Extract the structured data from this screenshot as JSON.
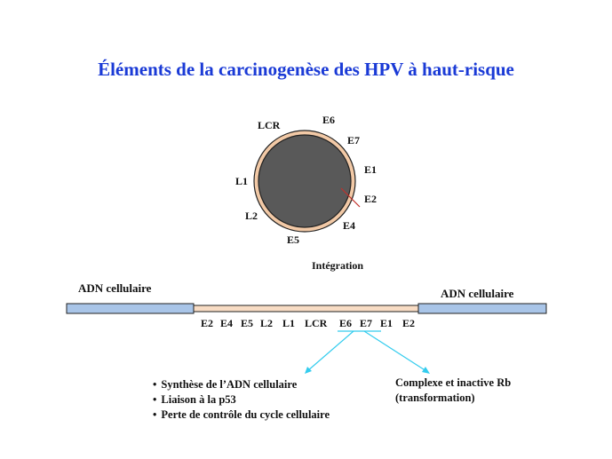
{
  "title": "Éléments de la carcinogenèse des HPV à haut-risque",
  "circle_genes": [
    "LCR",
    "E6",
    "E7",
    "E1",
    "E2",
    "E4",
    "E5",
    "L2",
    "L1"
  ],
  "integration_label": "Intégration",
  "adn_left": "ADN  cellulaire",
  "adn_right": "ADN  cellulaire",
  "linear_genes": [
    "E2",
    "E4",
    "E5",
    "L2",
    "L1",
    "LCR",
    "E6",
    "E7",
    "E1",
    "E2"
  ],
  "left_effects": [
    "Synthèse de l’ADN cellulaire",
    "Liaison à la p53",
    "Perte de contrôle du cycle cellulaire"
  ],
  "right_effect_lines": [
    "Complexe  et inactive Rb",
    "(transformation)"
  ],
  "colors": {
    "title": "#1a3ad6",
    "circle_fill": "#595959",
    "circle_ring": "#f2c9a6",
    "cellular_dna": "#a9c5e8",
    "viral_dna": "#f8dcc4",
    "arrow": "#33ccee",
    "break_line": "#c0302a"
  }
}
